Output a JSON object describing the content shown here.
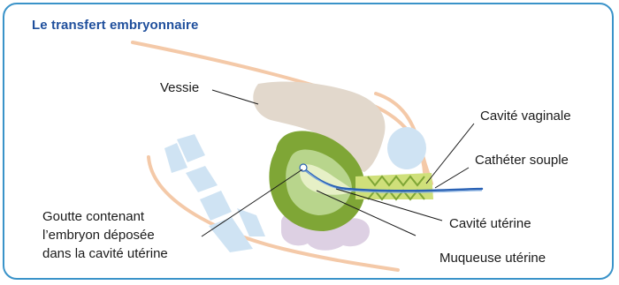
{
  "title": "Le transfert embryonnaire",
  "labels": {
    "vessie": "Vessie",
    "cavite_vaginale": "Cavité vaginale",
    "catheter_souple": "Cathéter souple",
    "goutte_line1": "Goutte contenant",
    "goutte_line2": "l’embryon déposée",
    "goutte_line3": "dans la cavité utérine",
    "cavite_uterine": "Cavité utérine",
    "muqueuse_uterine": "Muqueuse utérine"
  },
  "colors": {
    "frame": "#3a93c9",
    "title": "#1f4f9c",
    "body_outline": "#f4c9a8",
    "bladder": "#e2d8cc",
    "uterus_outer": "#7fa636",
    "uterus_inner": "#b8d58c",
    "uterine_cavity": "#e6f0c6",
    "vagina": "#cfe07a",
    "spine": "#cfe3f3",
    "intestine": "#ddd0e3",
    "catheter": "#2a62b5"
  }
}
